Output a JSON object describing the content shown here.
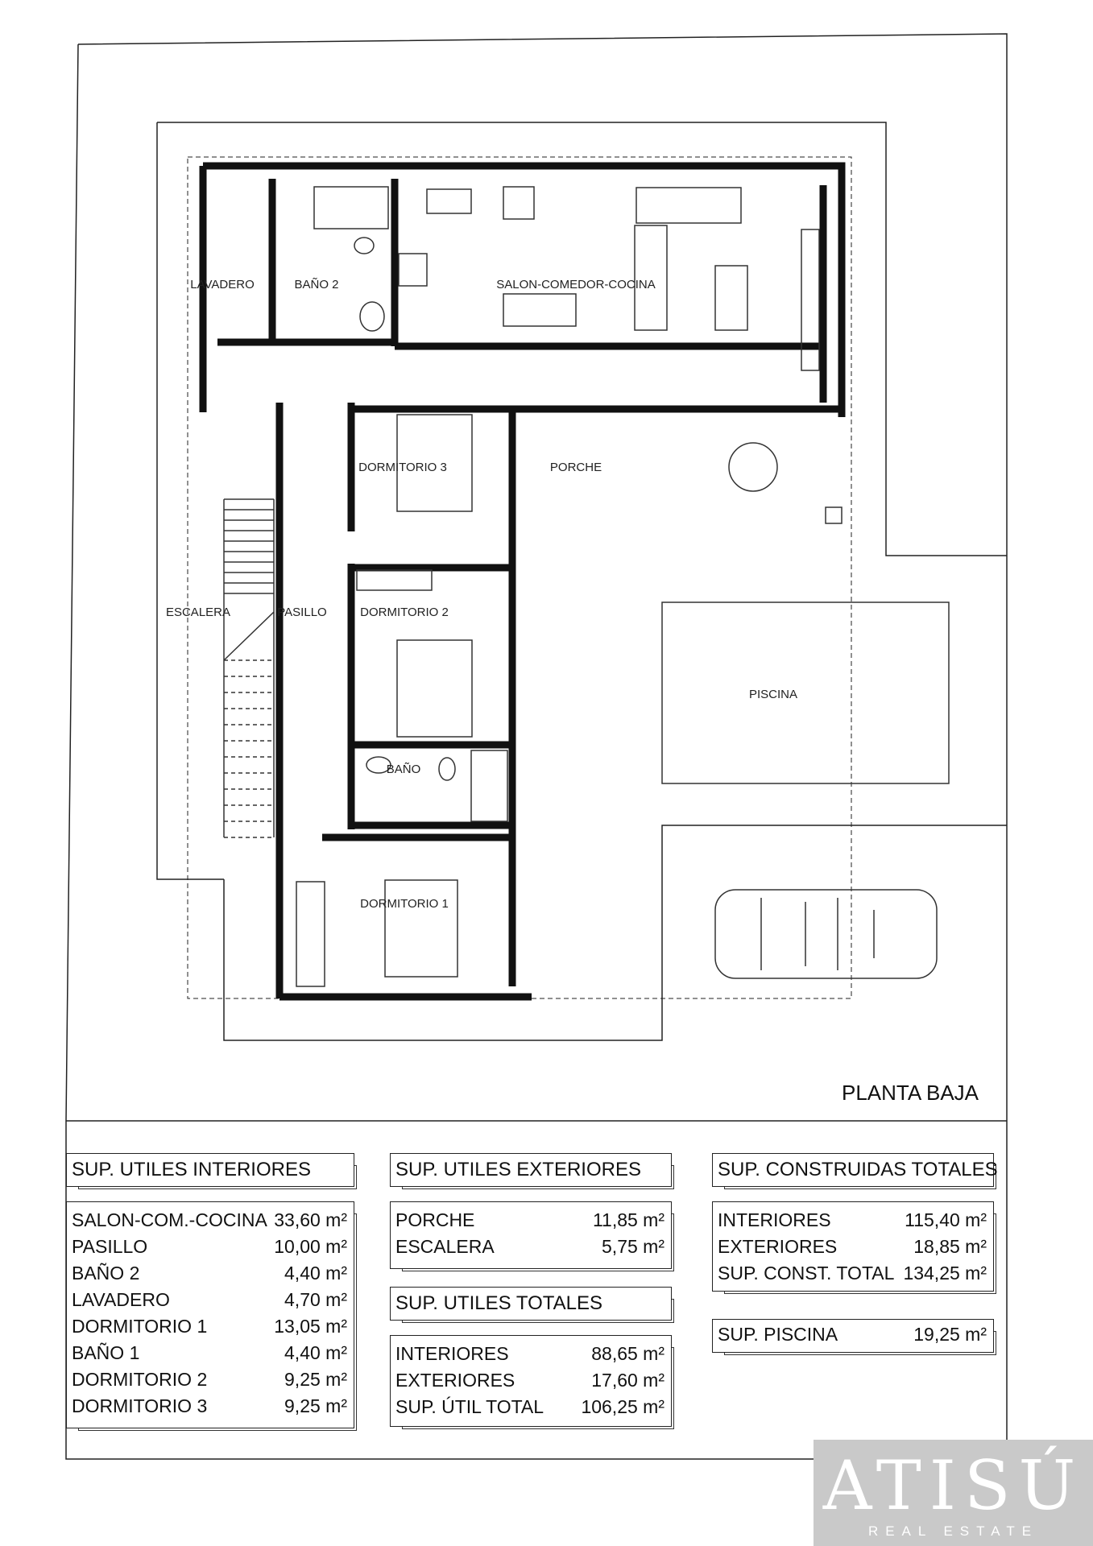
{
  "plan": {
    "title": "PLANTA BAJA",
    "rooms": {
      "lavadero": "LAVADERO",
      "bano2": "BAÑO 2",
      "salon": "SALON-COMEDOR-COCINA",
      "dorm3": "DORMITORIO 3",
      "porche": "PORCHE",
      "escalera": "ESCALERA",
      "pasillo": "PASILLO",
      "dorm2": "DORMITORIO 2",
      "piscina": "PISCINA",
      "bano": "BAÑO",
      "dorm1": "DORMITORIO 1"
    }
  },
  "tables": {
    "interiores": {
      "title": "SUP. UTILES INTERIORES",
      "rows": [
        {
          "label": "SALON-COM.-COCINA",
          "value": "33,60 m²"
        },
        {
          "label": "PASILLO",
          "value": "10,00 m²"
        },
        {
          "label": "BAÑO 2",
          "value": "4,40 m²"
        },
        {
          "label": "LAVADERO",
          "value": "4,70 m²"
        },
        {
          "label": "DORMITORIO 1",
          "value": "13,05 m²"
        },
        {
          "label": "BAÑO 1",
          "value": "4,40 m²"
        },
        {
          "label": "DORMITORIO 2",
          "value": "9,25 m²"
        },
        {
          "label": "DORMITORIO 3",
          "value": "9,25 m²"
        }
      ]
    },
    "exteriores": {
      "title": "SUP. UTILES EXTERIORES",
      "rows": [
        {
          "label": "PORCHE",
          "value": "11,85 m²"
        },
        {
          "label": "ESCALERA",
          "value": "5,75 m²"
        }
      ]
    },
    "utiles_totales": {
      "title": "SUP. UTILES TOTALES",
      "rows": [
        {
          "label": "INTERIORES",
          "value": "88,65 m²"
        },
        {
          "label": "EXTERIORES",
          "value": "17,60 m²"
        },
        {
          "label": "SUP. ÚTIL TOTAL",
          "value": "106,25 m²"
        }
      ]
    },
    "construidas": {
      "title": "SUP. CONSTRUIDAS TOTALES",
      "rows": [
        {
          "label": "INTERIORES",
          "value": "115,40 m²"
        },
        {
          "label": "EXTERIORES",
          "value": "18,85 m²"
        },
        {
          "label": "SUP. CONST. TOTAL",
          "value": "134,25 m²"
        }
      ]
    },
    "piscina": {
      "label": "SUP. PISCINA",
      "value": "19,25 m²"
    }
  },
  "logo": {
    "main": "ATISÚ",
    "sub": "REAL ESTATE"
  }
}
